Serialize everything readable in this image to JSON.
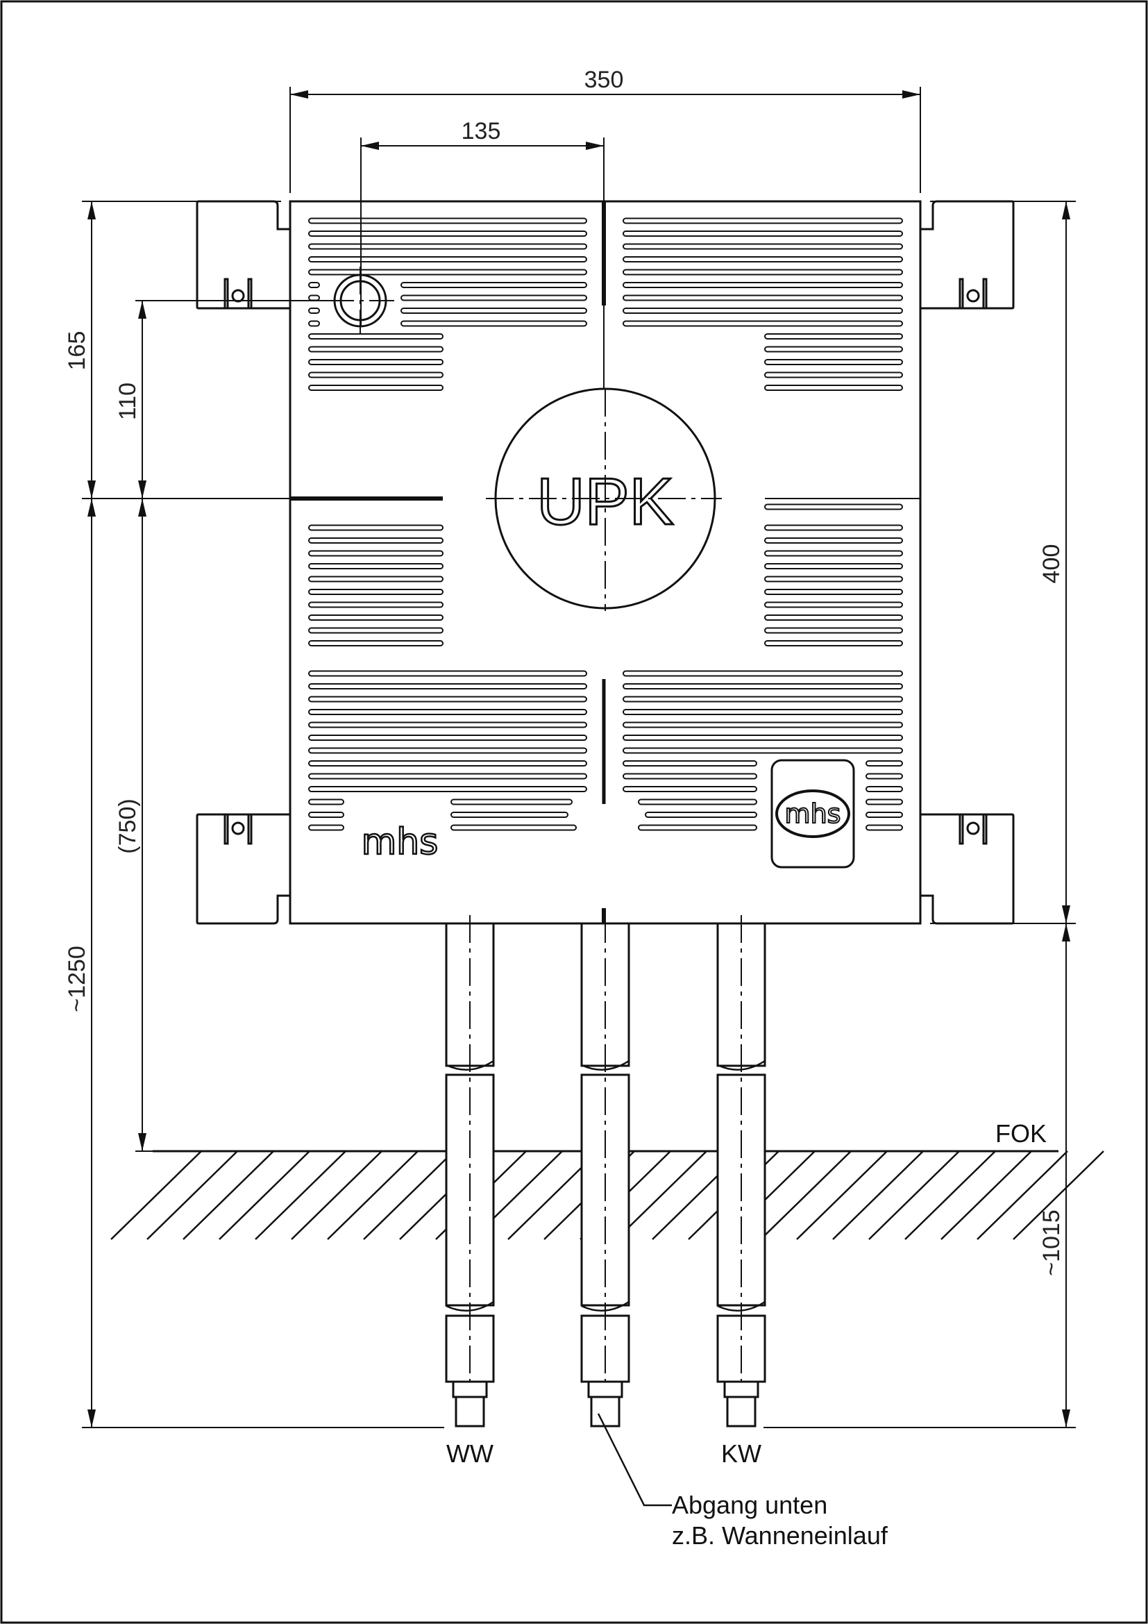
{
  "dimensions": {
    "width_total": "350",
    "offset_pipe": "135",
    "height_upper": "165",
    "height_pipe": "110",
    "height_box": "400",
    "height_750": "(750)",
    "height_1250": "~1250",
    "height_1015": "~1015"
  },
  "labels": {
    "product": "UPK",
    "brand": "mhs",
    "badge": "mhs",
    "floor": "FOK",
    "warm_water": "WW",
    "cold_water": "KW",
    "outlet_line1": "Abgang unten",
    "outlet_line2": "z.B. Wanneneinlauf"
  },
  "colors": {
    "line": "#111111",
    "background": "#ffffff"
  }
}
